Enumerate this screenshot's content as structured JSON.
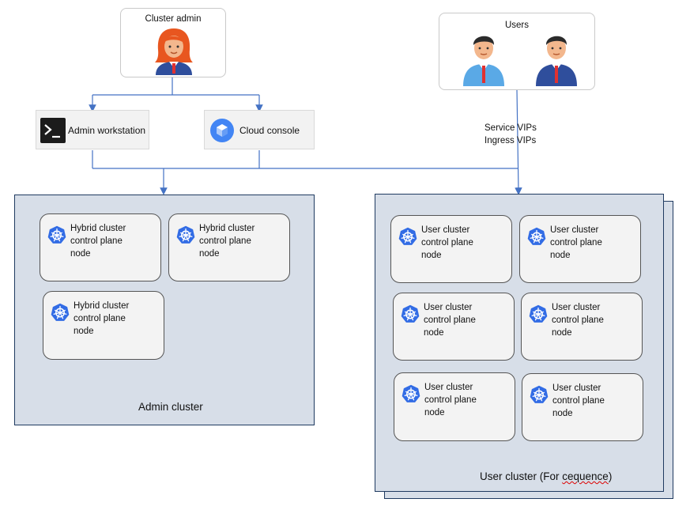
{
  "actors": {
    "admin": {
      "title": "Cluster admin",
      "icon": "woman-admin-icon"
    },
    "users": {
      "title": "Users",
      "icon": "users-icon"
    }
  },
  "tools": {
    "workstation": {
      "label": "Admin workstation",
      "icon": "terminal-icon"
    },
    "console": {
      "label": "Cloud console",
      "icon": "cloud-console-icon"
    }
  },
  "traffic": {
    "line1": "Service VIPs",
    "line2": "Ingress VIPs"
  },
  "admin_cluster": {
    "label": "Admin cluster",
    "nodes": [
      {
        "line1": "Hybrid cluster",
        "line2": "control plane",
        "line3": "node"
      },
      {
        "line1": "Hybrid cluster",
        "line2": "control plane",
        "line3": "node"
      },
      {
        "line1": "Hybrid cluster",
        "line2": "control plane",
        "line3": "node"
      }
    ]
  },
  "user_cluster": {
    "label_main": "User cluster (For ",
    "label_misspelled": "cequence",
    "label_end": ")",
    "nodes": [
      {
        "line1": "User cluster",
        "line2": "control plane",
        "line3": "node"
      },
      {
        "line1": "User cluster",
        "line2": "control plane",
        "line3": "node"
      },
      {
        "line1": "User cluster",
        "line2": "control plane",
        "line3": "node"
      },
      {
        "line1": "User cluster",
        "line2": "control plane",
        "line3": "node"
      },
      {
        "line1": "User cluster",
        "line2": "control plane",
        "line3": "node"
      },
      {
        "line1": "User cluster",
        "line2": "control plane",
        "line3": "node"
      }
    ]
  },
  "colors": {
    "connector": "#4472c4",
    "k8s_blue": "#326ce5",
    "cluster_fill": "#d7dee8"
  }
}
